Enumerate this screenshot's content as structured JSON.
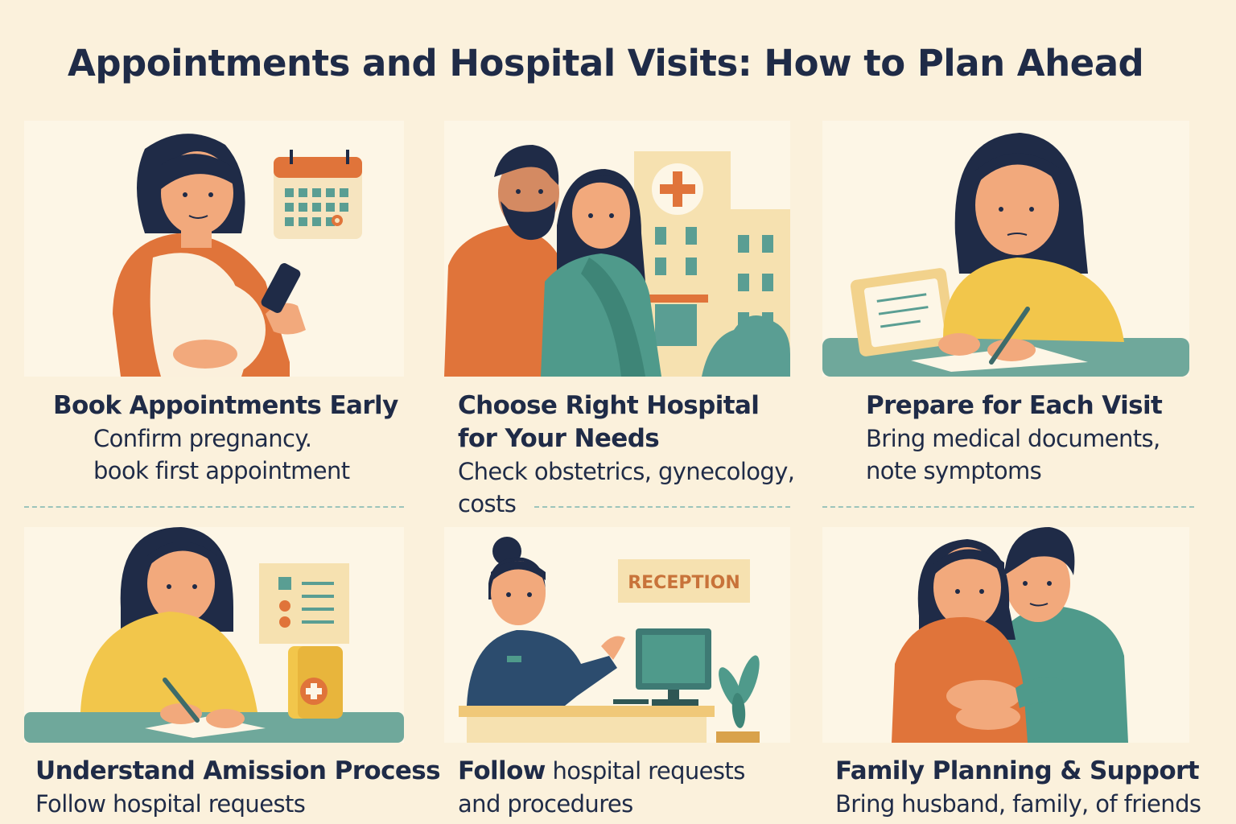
{
  "title": "Appointments and Hospital Visits: How to Plan Ahead",
  "colors": {
    "background": "#fbf1dc",
    "navy": "#1f2b47",
    "orange": "#e0743a",
    "teal": "#4f9a8b",
    "yellow": "#f2c64b"
  },
  "cards": [
    {
      "heading": "Book Appointments Early",
      "lines": [
        "Confirm pregnancy.",
        "book first appointment"
      ]
    },
    {
      "heading_lines": [
        "Choose Right Hospital",
        "for Your Needs"
      ],
      "lines": [
        "Check obstetrics, gynecology,",
        "costs"
      ]
    },
    {
      "heading": "Prepare for Each Visit",
      "lines": [
        "Bring medical documents,",
        "note symptoms"
      ]
    },
    {
      "heading": "Understand Amission Process",
      "lines": [
        "Follow hospital requests"
      ]
    },
    {
      "heading_inline": "Follow",
      "rest_inline": "hospital requests",
      "lines": [
        "and procedures"
      ]
    },
    {
      "heading": "Family Planning & Support",
      "lines": [
        "Bring husband, family, of friends"
      ]
    }
  ],
  "reception_sign": "RECEPTION",
  "icons": [
    "calendar-icon",
    "hospital-cross-icon",
    "clipboard-icon",
    "first-aid-kit-icon",
    "computer-monitor-icon",
    "potted-plant-icon"
  ]
}
